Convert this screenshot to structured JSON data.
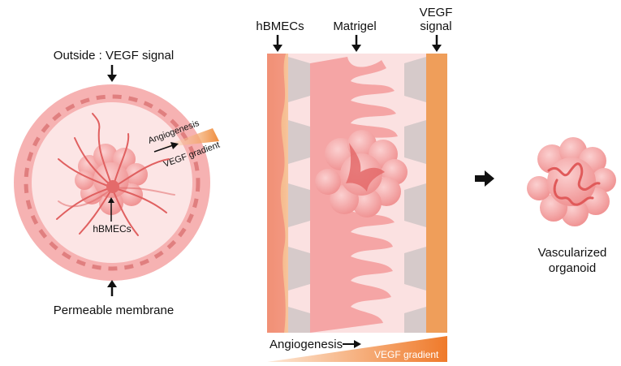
{
  "left_panel": {
    "outside_label": "Outside : VEGF signal",
    "angiogenesis_label": "Angiogenesis",
    "gradient_label": "VEGF gradient",
    "cells_label": "hBMECs",
    "membrane_label": "Permeable membrane"
  },
  "middle_panel": {
    "cells_label": "hBMECs",
    "matrigel_label": "Matrigel",
    "signal_label_line1": "VEGF",
    "signal_label_line2": "signal",
    "angiogenesis_label": "Angiogenesis",
    "gradient_label": "VEGF gradient"
  },
  "result": {
    "label_line1": "Vascularized",
    "label_line2": "organoid"
  },
  "colors": {
    "ring": "#f7b3b3",
    "ring_dash": "#e88080",
    "inner": "#fbe3e3",
    "organoid": "#f49a9a",
    "vessel": "#e05a5a",
    "gradient_orange": "#ef8b3a",
    "channel_grey": "#c9c9c9"
  }
}
